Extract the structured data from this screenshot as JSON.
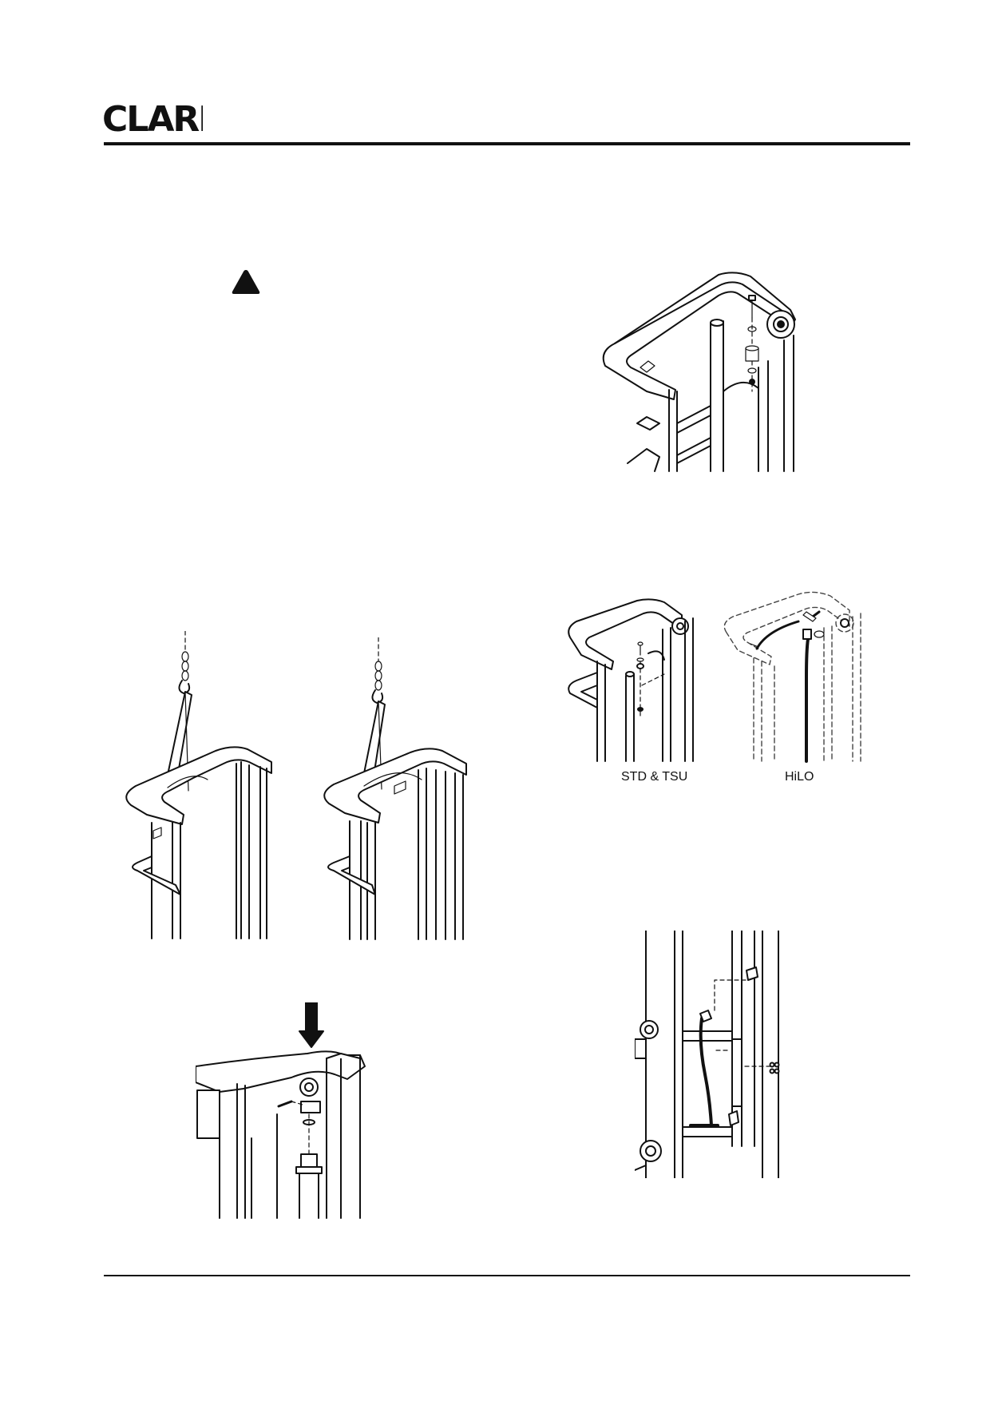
{
  "header": {
    "logo_text": "CLARK"
  },
  "warning": {
    "icon": "warning-triangle-icon"
  },
  "figures": {
    "mast_top": {
      "icon": "mast-top-illustration"
    },
    "std_tsu": {
      "caption": "STD & TSU"
    },
    "hilo": {
      "caption": "HiLO"
    },
    "lift_left": {
      "icon": "mast-lifting-illustration"
    },
    "lift_right": {
      "icon": "mast-lifting-illustration"
    },
    "cylinder": {
      "icon": "lift-cylinder-illustration"
    },
    "hose": {
      "icon": "hose-routing-illustration"
    }
  }
}
